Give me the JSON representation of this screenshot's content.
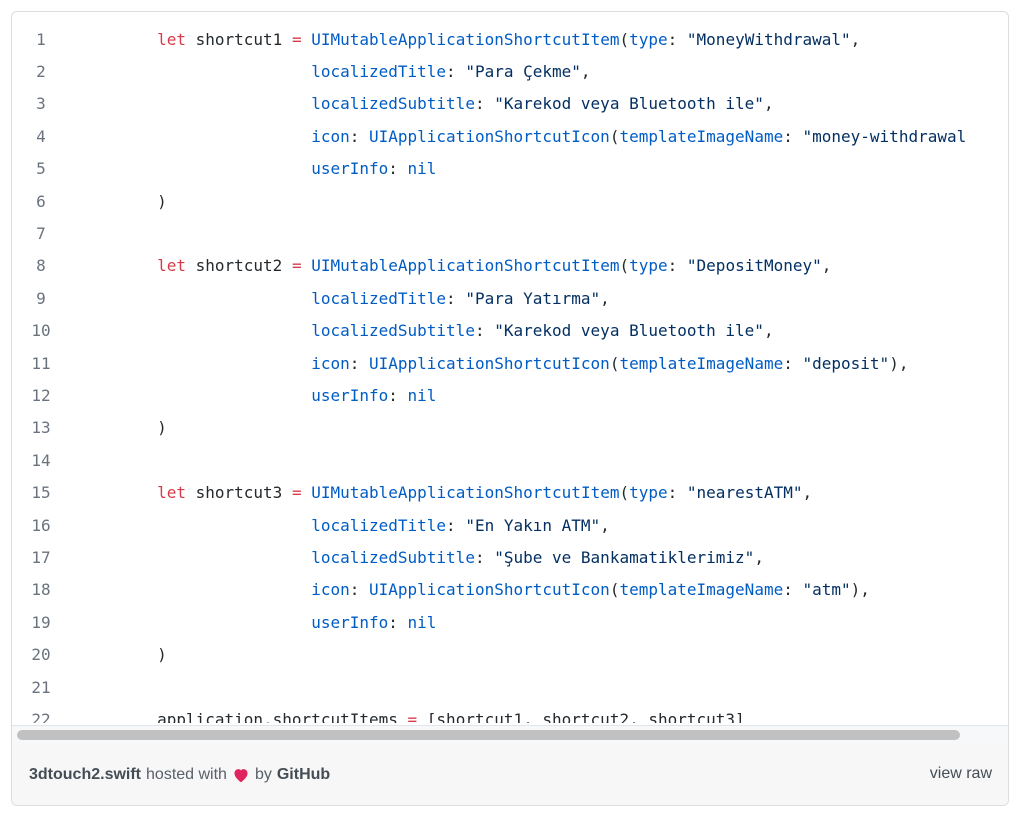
{
  "code": {
    "lines": [
      {
        "num": "1",
        "tokens": [
          {
            "t": "        ",
            "c": "plain"
          },
          {
            "t": "let",
            "c": "kw"
          },
          {
            "t": " shortcut1 ",
            "c": "plain"
          },
          {
            "t": "=",
            "c": "op"
          },
          {
            "t": " ",
            "c": "plain"
          },
          {
            "t": "UIMutableApplicationShortcutItem",
            "c": "type"
          },
          {
            "t": "(",
            "c": "plain"
          },
          {
            "t": "type",
            "c": "type"
          },
          {
            "t": ": ",
            "c": "plain"
          },
          {
            "t": "\"MoneyWithdrawal\"",
            "c": "str"
          },
          {
            "t": ",",
            "c": "plain"
          }
        ]
      },
      {
        "num": "2",
        "tokens": [
          {
            "t": "                        ",
            "c": "plain"
          },
          {
            "t": "localizedTitle",
            "c": "type"
          },
          {
            "t": ": ",
            "c": "plain"
          },
          {
            "t": "\"Para Çekme\"",
            "c": "str"
          },
          {
            "t": ",",
            "c": "plain"
          }
        ]
      },
      {
        "num": "3",
        "tokens": [
          {
            "t": "                        ",
            "c": "plain"
          },
          {
            "t": "localizedSubtitle",
            "c": "type"
          },
          {
            "t": ": ",
            "c": "plain"
          },
          {
            "t": "\"Karekod veya Bluetooth ile\"",
            "c": "str"
          },
          {
            "t": ",",
            "c": "plain"
          }
        ]
      },
      {
        "num": "4",
        "tokens": [
          {
            "t": "                        ",
            "c": "plain"
          },
          {
            "t": "icon",
            "c": "type"
          },
          {
            "t": ": ",
            "c": "plain"
          },
          {
            "t": "UIApplicationShortcutIcon",
            "c": "type"
          },
          {
            "t": "(",
            "c": "plain"
          },
          {
            "t": "templateImageName",
            "c": "type"
          },
          {
            "t": ": ",
            "c": "plain"
          },
          {
            "t": "\"money-withdrawal",
            "c": "str"
          }
        ]
      },
      {
        "num": "5",
        "tokens": [
          {
            "t": "                        ",
            "c": "plain"
          },
          {
            "t": "userInfo",
            "c": "type"
          },
          {
            "t": ": ",
            "c": "plain"
          },
          {
            "t": "nil",
            "c": "type"
          }
        ]
      },
      {
        "num": "6",
        "tokens": [
          {
            "t": "        ",
            "c": "plain"
          },
          {
            "t": ")",
            "c": "plain"
          }
        ]
      },
      {
        "num": "7",
        "tokens": []
      },
      {
        "num": "8",
        "tokens": [
          {
            "t": "        ",
            "c": "plain"
          },
          {
            "t": "let",
            "c": "kw"
          },
          {
            "t": " shortcut2 ",
            "c": "plain"
          },
          {
            "t": "=",
            "c": "op"
          },
          {
            "t": " ",
            "c": "plain"
          },
          {
            "t": "UIMutableApplicationShortcutItem",
            "c": "type"
          },
          {
            "t": "(",
            "c": "plain"
          },
          {
            "t": "type",
            "c": "type"
          },
          {
            "t": ": ",
            "c": "plain"
          },
          {
            "t": "\"DepositMoney\"",
            "c": "str"
          },
          {
            "t": ",",
            "c": "plain"
          }
        ]
      },
      {
        "num": "9",
        "tokens": [
          {
            "t": "                        ",
            "c": "plain"
          },
          {
            "t": "localizedTitle",
            "c": "type"
          },
          {
            "t": ": ",
            "c": "plain"
          },
          {
            "t": "\"Para Yatırma\"",
            "c": "str"
          },
          {
            "t": ",",
            "c": "plain"
          }
        ]
      },
      {
        "num": "10",
        "tokens": [
          {
            "t": "                        ",
            "c": "plain"
          },
          {
            "t": "localizedSubtitle",
            "c": "type"
          },
          {
            "t": ": ",
            "c": "plain"
          },
          {
            "t": "\"Karekod veya Bluetooth ile\"",
            "c": "str"
          },
          {
            "t": ",",
            "c": "plain"
          }
        ]
      },
      {
        "num": "11",
        "tokens": [
          {
            "t": "                        ",
            "c": "plain"
          },
          {
            "t": "icon",
            "c": "type"
          },
          {
            "t": ": ",
            "c": "plain"
          },
          {
            "t": "UIApplicationShortcutIcon",
            "c": "type"
          },
          {
            "t": "(",
            "c": "plain"
          },
          {
            "t": "templateImageName",
            "c": "type"
          },
          {
            "t": ": ",
            "c": "plain"
          },
          {
            "t": "\"deposit\"",
            "c": "str"
          },
          {
            "t": "),",
            "c": "plain"
          }
        ]
      },
      {
        "num": "12",
        "tokens": [
          {
            "t": "                        ",
            "c": "plain"
          },
          {
            "t": "userInfo",
            "c": "type"
          },
          {
            "t": ": ",
            "c": "plain"
          },
          {
            "t": "nil",
            "c": "type"
          }
        ]
      },
      {
        "num": "13",
        "tokens": [
          {
            "t": "        ",
            "c": "plain"
          },
          {
            "t": ")",
            "c": "plain"
          }
        ]
      },
      {
        "num": "14",
        "tokens": []
      },
      {
        "num": "15",
        "tokens": [
          {
            "t": "        ",
            "c": "plain"
          },
          {
            "t": "let",
            "c": "kw"
          },
          {
            "t": " shortcut3 ",
            "c": "plain"
          },
          {
            "t": "=",
            "c": "op"
          },
          {
            "t": " ",
            "c": "plain"
          },
          {
            "t": "UIMutableApplicationShortcutItem",
            "c": "type"
          },
          {
            "t": "(",
            "c": "plain"
          },
          {
            "t": "type",
            "c": "type"
          },
          {
            "t": ": ",
            "c": "plain"
          },
          {
            "t": "\"nearestATM\"",
            "c": "str"
          },
          {
            "t": ",",
            "c": "plain"
          }
        ]
      },
      {
        "num": "16",
        "tokens": [
          {
            "t": "                        ",
            "c": "plain"
          },
          {
            "t": "localizedTitle",
            "c": "type"
          },
          {
            "t": ": ",
            "c": "plain"
          },
          {
            "t": "\"En Yakın ATM\"",
            "c": "str"
          },
          {
            "t": ",",
            "c": "plain"
          }
        ]
      },
      {
        "num": "17",
        "tokens": [
          {
            "t": "                        ",
            "c": "plain"
          },
          {
            "t": "localizedSubtitle",
            "c": "type"
          },
          {
            "t": ": ",
            "c": "plain"
          },
          {
            "t": "\"Şube ve Bankamatiklerimiz\"",
            "c": "str"
          },
          {
            "t": ",",
            "c": "plain"
          }
        ]
      },
      {
        "num": "18",
        "tokens": [
          {
            "t": "                        ",
            "c": "plain"
          },
          {
            "t": "icon",
            "c": "type"
          },
          {
            "t": ": ",
            "c": "plain"
          },
          {
            "t": "UIApplicationShortcutIcon",
            "c": "type"
          },
          {
            "t": "(",
            "c": "plain"
          },
          {
            "t": "templateImageName",
            "c": "type"
          },
          {
            "t": ": ",
            "c": "plain"
          },
          {
            "t": "\"atm\"",
            "c": "str"
          },
          {
            "t": "),",
            "c": "plain"
          }
        ]
      },
      {
        "num": "19",
        "tokens": [
          {
            "t": "                        ",
            "c": "plain"
          },
          {
            "t": "userInfo",
            "c": "type"
          },
          {
            "t": ": ",
            "c": "plain"
          },
          {
            "t": "nil",
            "c": "type"
          }
        ]
      },
      {
        "num": "20",
        "tokens": [
          {
            "t": "        ",
            "c": "plain"
          },
          {
            "t": ")",
            "c": "plain"
          }
        ]
      },
      {
        "num": "21",
        "tokens": []
      },
      {
        "num": "22",
        "tokens": [
          {
            "t": "        ",
            "c": "plain"
          },
          {
            "t": "application.shortcutItems ",
            "c": "plain"
          },
          {
            "t": "=",
            "c": "op"
          },
          {
            "t": " [shortcut1, shortcut2, shortcut3]",
            "c": "plain"
          }
        ]
      }
    ]
  },
  "footer": {
    "filename": "3dtouch2.swift",
    "hosted_with": "hosted with",
    "heart_icon": "heart-icon",
    "by": "by",
    "github": "GitHub",
    "view_raw": "view raw"
  },
  "colors": {
    "keyword": "#d73a49",
    "type": "#005cc5",
    "string": "#032f62",
    "heart": "#e0245e"
  }
}
